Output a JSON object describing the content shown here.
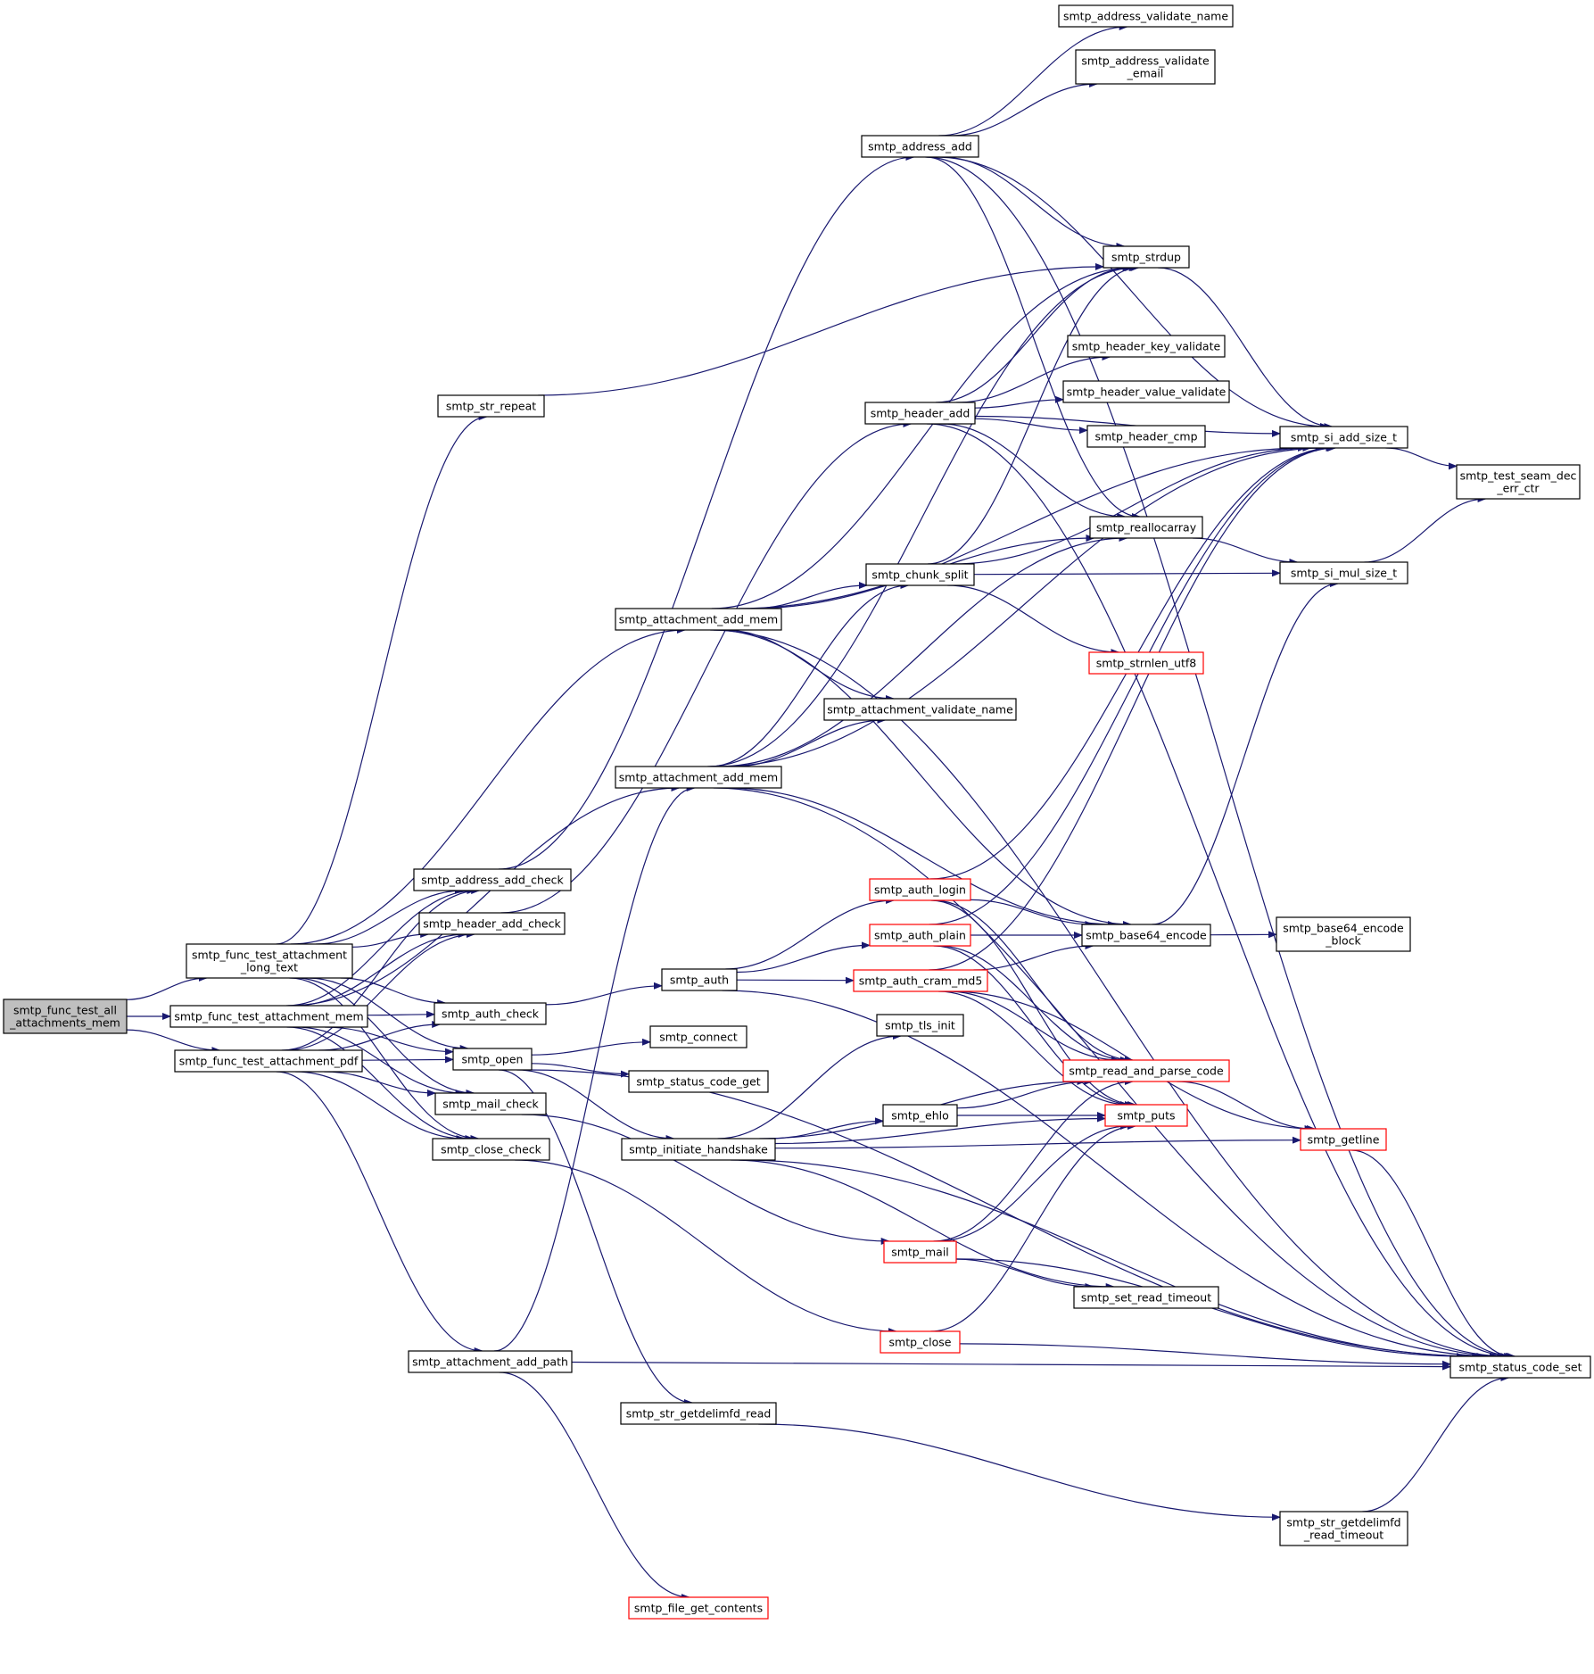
{
  "graph": {
    "root": "smtp_func_test_all_attachments_mem",
    "colors": {
      "edge": "#191970",
      "node_border": "#000000",
      "truncated_border": "#ff0000",
      "root_fill": "#bfbfbf",
      "node_fill": "#ffffff"
    },
    "nodes": [
      {
        "id": "root",
        "lines": [
          "smtp_func_test_all",
          "_attachments_mem"
        ]
      },
      {
        "id": "ft_long",
        "lines": [
          "smtp_func_test_attachment",
          "_long_text"
        ]
      },
      {
        "id": "ft_mem",
        "lines": [
          "smtp_func_test_attachment_mem"
        ]
      },
      {
        "id": "ft_pdf",
        "lines": [
          "smtp_func_test_attachment_pdf"
        ]
      },
      {
        "id": "str_repeat",
        "lines": [
          "smtp_str_repeat"
        ]
      },
      {
        "id": "addr_check",
        "lines": [
          "smtp_address_add_check"
        ]
      },
      {
        "id": "hdr_check",
        "lines": [
          "smtp_header_add_check"
        ]
      },
      {
        "id": "auth_check",
        "lines": [
          "smtp_auth_check"
        ]
      },
      {
        "id": "open",
        "lines": [
          "smtp_open"
        ]
      },
      {
        "id": "mail_check",
        "lines": [
          "smtp_mail_check"
        ]
      },
      {
        "id": "close_check",
        "lines": [
          "smtp_close_check"
        ]
      },
      {
        "id": "add_path",
        "lines": [
          "smtp_attachment_add_path"
        ]
      },
      {
        "id": "add_mem1",
        "lines": [
          "smtp_attachment_add_mem"
        ]
      },
      {
        "id": "add_mem2",
        "lines": [
          "smtp_attachment_add_mem"
        ]
      },
      {
        "id": "auth",
        "lines": [
          "smtp_auth"
        ]
      },
      {
        "id": "connect",
        "lines": [
          "smtp_connect"
        ]
      },
      {
        "id": "status_get",
        "lines": [
          "smtp_status_code_get"
        ]
      },
      {
        "id": "handshake",
        "lines": [
          "smtp_initiate_handshake"
        ]
      },
      {
        "id": "getdelim",
        "lines": [
          "smtp_str_getdelimfd_read"
        ]
      },
      {
        "id": "file_get",
        "lines": [
          "smtp_file_get_contents"
        ],
        "truncated": true
      },
      {
        "id": "addr_add",
        "lines": [
          "smtp_address_add"
        ]
      },
      {
        "id": "hdr_add",
        "lines": [
          "smtp_header_add"
        ]
      },
      {
        "id": "chunk_split",
        "lines": [
          "smtp_chunk_split"
        ]
      },
      {
        "id": "validate_name",
        "lines": [
          "smtp_attachment_validate_name"
        ]
      },
      {
        "id": "auth_login",
        "lines": [
          "smtp_auth_login"
        ],
        "truncated": true
      },
      {
        "id": "auth_plain",
        "lines": [
          "smtp_auth_plain"
        ],
        "truncated": true
      },
      {
        "id": "auth_cram",
        "lines": [
          "smtp_auth_cram_md5"
        ],
        "truncated": true
      },
      {
        "id": "tls_init",
        "lines": [
          "smtp_tls_init"
        ]
      },
      {
        "id": "ehlo",
        "lines": [
          "smtp_ehlo"
        ]
      },
      {
        "id": "mail",
        "lines": [
          "smtp_mail"
        ],
        "truncated": true
      },
      {
        "id": "close",
        "lines": [
          "smtp_close"
        ],
        "truncated": true
      },
      {
        "id": "addr_val_name",
        "lines": [
          "smtp_address_validate_name"
        ]
      },
      {
        "id": "addr_val_email",
        "lines": [
          "smtp_address_validate",
          "_email"
        ]
      },
      {
        "id": "strdup",
        "lines": [
          "smtp_strdup"
        ]
      },
      {
        "id": "hdr_key",
        "lines": [
          "smtp_header_key_validate"
        ]
      },
      {
        "id": "hdr_val",
        "lines": [
          "smtp_header_value_validate"
        ]
      },
      {
        "id": "hdr_cmp",
        "lines": [
          "smtp_header_cmp"
        ]
      },
      {
        "id": "reallocarray",
        "lines": [
          "smtp_reallocarray"
        ]
      },
      {
        "id": "strnlen",
        "lines": [
          "smtp_strnlen_utf8"
        ],
        "truncated": true
      },
      {
        "id": "b64",
        "lines": [
          "smtp_base64_encode"
        ]
      },
      {
        "id": "read_parse",
        "lines": [
          "smtp_read_and_parse_code"
        ],
        "truncated": true
      },
      {
        "id": "puts",
        "lines": [
          "smtp_puts"
        ],
        "truncated": true
      },
      {
        "id": "set_timeout",
        "lines": [
          "smtp_set_read_timeout"
        ]
      },
      {
        "id": "si_add",
        "lines": [
          "smtp_si_add_size_t"
        ]
      },
      {
        "id": "si_mul",
        "lines": [
          "smtp_si_mul_size_t"
        ]
      },
      {
        "id": "b64_block",
        "lines": [
          "smtp_base64_encode",
          "_block"
        ]
      },
      {
        "id": "getline",
        "lines": [
          "smtp_getline"
        ],
        "truncated": true
      },
      {
        "id": "getdelim_to",
        "lines": [
          "smtp_str_getdelimfd",
          "_read_timeout"
        ]
      },
      {
        "id": "seam",
        "lines": [
          "smtp_test_seam_dec",
          "_err_ctr"
        ]
      },
      {
        "id": "status_set",
        "lines": [
          "smtp_status_code_set"
        ]
      }
    ]
  }
}
